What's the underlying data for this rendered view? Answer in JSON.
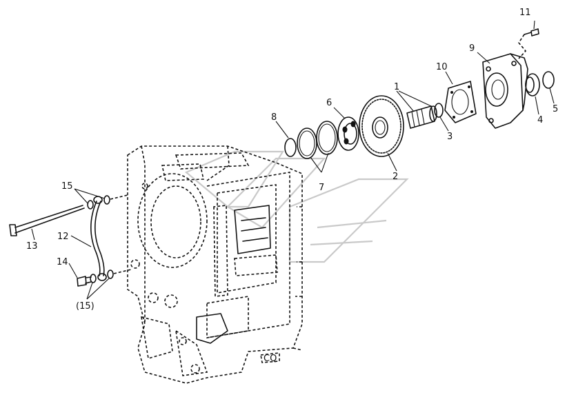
{
  "callouts": [
    {
      "id": "c1",
      "text": "1"
    },
    {
      "id": "c2",
      "text": "2"
    },
    {
      "id": "c3",
      "text": "3"
    },
    {
      "id": "c4",
      "text": "4"
    },
    {
      "id": "c5",
      "text": "5"
    },
    {
      "id": "c6",
      "text": "6"
    },
    {
      "id": "c7",
      "text": "7"
    },
    {
      "id": "c8",
      "text": "8"
    },
    {
      "id": "c9",
      "text": "9"
    },
    {
      "id": "c10",
      "text": "10"
    },
    {
      "id": "c11",
      "text": "11"
    },
    {
      "id": "c12",
      "text": "12"
    },
    {
      "id": "c13",
      "text": "13"
    },
    {
      "id": "c14",
      "text": "14"
    },
    {
      "id": "c15a",
      "text": "15"
    },
    {
      "id": "c15b",
      "text": "(15)"
    }
  ],
  "housing_mark": "CQ"
}
